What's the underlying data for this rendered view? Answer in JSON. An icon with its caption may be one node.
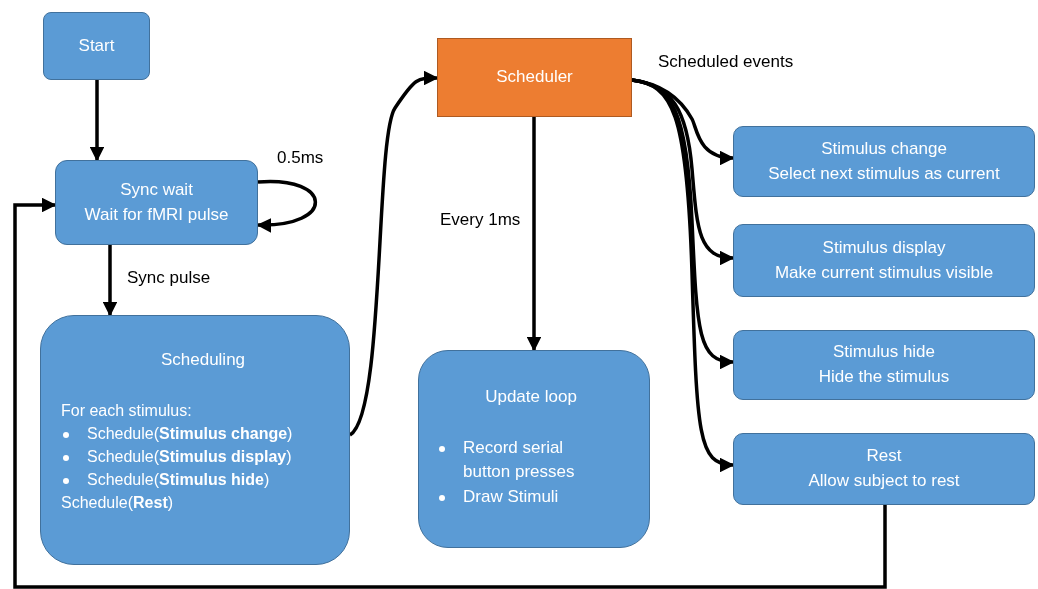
{
  "diagram": {
    "nodes": [
      {
        "text": [
          "Start"
        ]
      },
      {
        "text": [
          "Sync wait",
          "Wait for fMRI pulse"
        ]
      },
      {
        "text": [
          "Scheduling",
          "For each stimulus:",
          "Schedule(**Stimulus change**)",
          "Schedule(**Stimulus display**)",
          "Schedule(**Stimulus hide**)",
          "Schedule(**Rest**)"
        ]
      },
      {
        "text": [
          "Scheduler"
        ]
      },
      {
        "text": [
          "Update loop",
          "Record serial button presses",
          "Draw Stimuli"
        ]
      },
      {
        "text": [
          "Stimulus change",
          "Select next stimulus as current"
        ]
      },
      {
        "text": [
          "Stimulus display",
          "Make current stimulus visible"
        ]
      },
      {
        "text": [
          "Stimulus hide",
          "Hide the stimulus"
        ]
      },
      {
        "text": [
          "Rest",
          "Allow subject to rest"
        ]
      }
    ],
    "edges": [
      {
        "from": 0,
        "to": 1,
        "arrow": "to"
      },
      {
        "from": 1,
        "to": 1,
        "arrow": "to",
        "label": "0.5ms"
      },
      {
        "from": 1,
        "to": 2,
        "arrow": "to",
        "label": "Sync pulse"
      },
      {
        "from": 2,
        "to": 3,
        "arrow": "to"
      },
      {
        "from": 3,
        "to": 4,
        "arrow": "to",
        "label": "Every 1ms"
      },
      {
        "from": 3,
        "to": 5,
        "arrow": "to"
      },
      {
        "from": 3,
        "to": 6,
        "arrow": "to"
      },
      {
        "from": 3,
        "to": 7,
        "arrow": "to"
      },
      {
        "from": 3,
        "to": 8,
        "arrow": "to"
      },
      {
        "from": 8,
        "to": 1,
        "arrow": "to"
      }
    ],
    "labels": [
      "Scheduled events"
    ]
  }
}
